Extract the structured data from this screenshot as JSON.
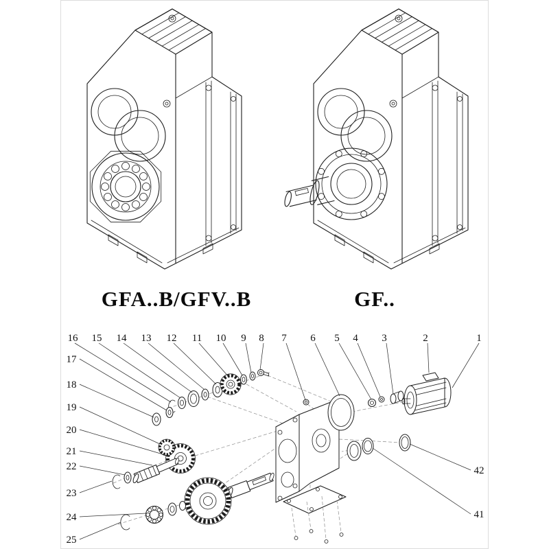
{
  "colors": {
    "line": "#1c1c1c",
    "background": "#ffffff",
    "dashed_line": "#8a8a8a"
  },
  "models": {
    "left_label": "GFA..B/GFV..B",
    "right_label": "GF.."
  },
  "exploded": {
    "top_numbers": [
      "16",
      "15",
      "14",
      "13",
      "12",
      "11",
      "10",
      "9",
      "8",
      "7",
      "6",
      "5",
      "4",
      "3",
      "2",
      "1"
    ],
    "left_numbers": [
      "17",
      "18",
      "19",
      "20",
      "21",
      "22",
      "23",
      "24",
      "25"
    ],
    "right_numbers": [
      "42",
      "41"
    ]
  }
}
